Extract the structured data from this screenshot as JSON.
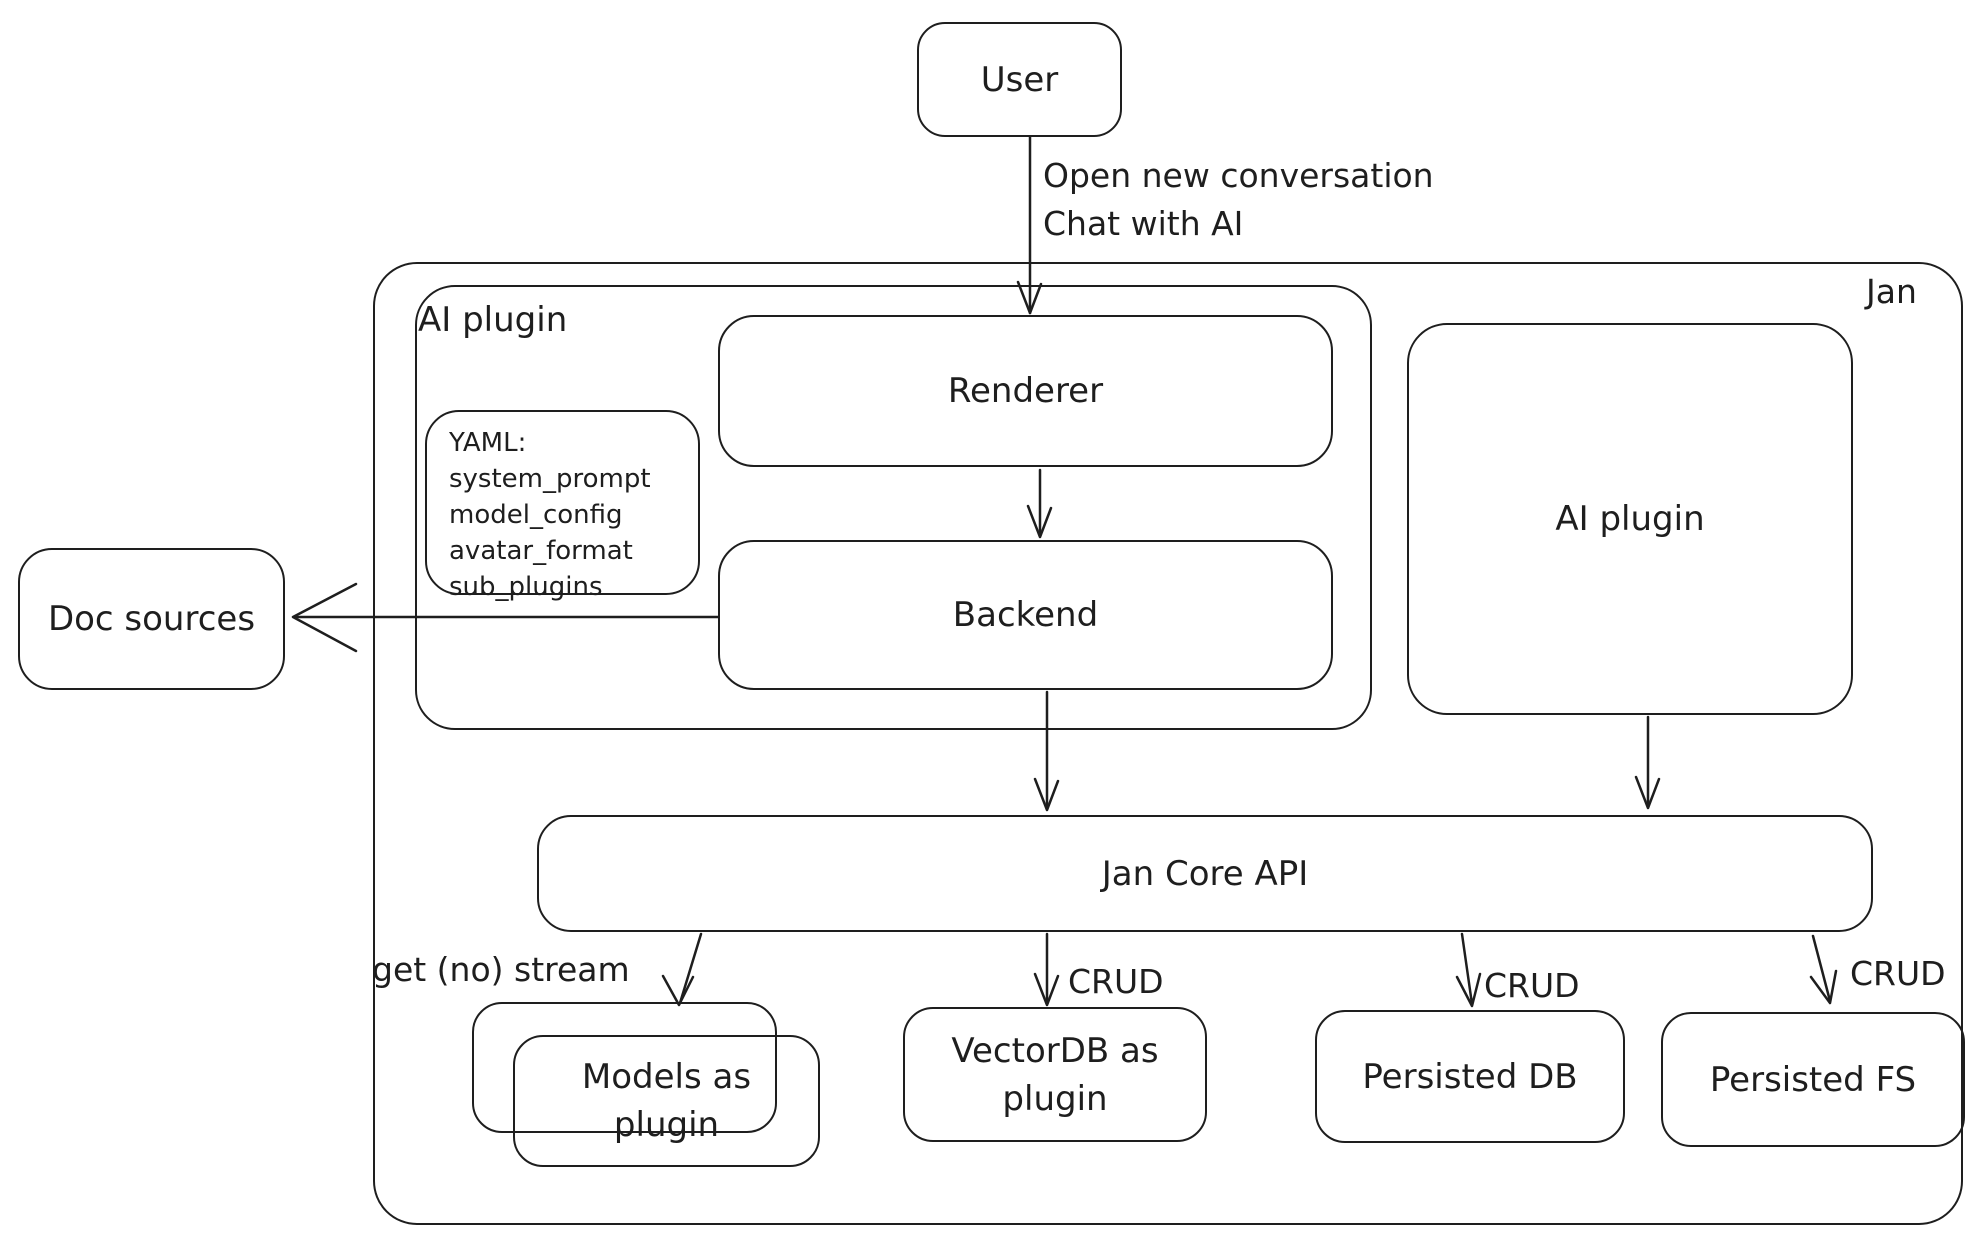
{
  "diagram": {
    "background_color": "#ffffff",
    "stroke_color": "#1e1e1e"
  },
  "nodes": {
    "user": {
      "label": "User"
    },
    "jan_container": {
      "label": "Jan"
    },
    "ai_plugin_left_container": {
      "label": "AI plugin"
    },
    "renderer": {
      "label": "Renderer"
    },
    "yaml_note": {
      "text": "YAML:\nsystem_prompt\nmodel_config\navatar_format\nsub_plugins"
    },
    "backend": {
      "label": "Backend"
    },
    "ai_plugin_right": {
      "label": "AI plugin"
    },
    "doc_sources": {
      "label": "Doc sources"
    },
    "jan_core_api": {
      "label": "Jan Core API"
    },
    "models_as_plugin": {
      "label": "Models as\nplugin"
    },
    "vectordb_as_plugin": {
      "label": "VectorDB as\nplugin"
    },
    "persisted_db": {
      "label": "Persisted DB"
    },
    "persisted_fs": {
      "label": "Persisted FS"
    }
  },
  "edges": {
    "user_to_renderer": {
      "label": "Open new conversation\nChat with AI"
    },
    "core_to_models": {
      "label": "get (no) stream"
    },
    "core_to_vectordb": {
      "label": "CRUD"
    },
    "core_to_persisted_db": {
      "label": "CRUD"
    },
    "core_to_persisted_fs": {
      "label": "CRUD"
    }
  }
}
